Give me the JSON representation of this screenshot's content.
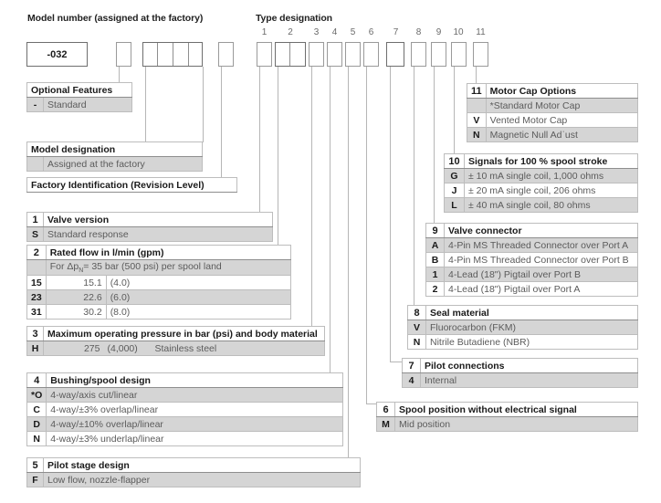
{
  "headers": {
    "model_number": "Model number (assigned at the factory)",
    "type_designation": "Type designation"
  },
  "model_code": {
    "primary_box": "-032"
  },
  "column_numbers": [
    "1",
    "2",
    "3",
    "4",
    "5",
    "6",
    "7",
    "8",
    "9",
    "10",
    "11"
  ],
  "tables": {
    "optional_features": {
      "title": "Optional Features",
      "rows": [
        {
          "key": "-",
          "text": "Standard"
        }
      ]
    },
    "model_designation": {
      "title": "Model designation",
      "rows": [
        {
          "key": "",
          "text": "Assigned at the factory"
        }
      ]
    },
    "factory_identification": {
      "title": "Factory Identification (Revision Level)",
      "rows": []
    },
    "valve_version": {
      "num": "1",
      "title": "Valve version",
      "rows": [
        {
          "key": "S",
          "text": "Standard response"
        }
      ]
    },
    "rated_flow": {
      "num": "2",
      "title": "Rated flow in l/min (gpm)",
      "subtitle_pre": "For Δp",
      "subtitle_sub": "N",
      "subtitle_post": "= 35 bar (500 psi) per spool land",
      "rows": [
        {
          "key": "15",
          "value": "15.1",
          "paren": "(4.0)"
        },
        {
          "key": "23",
          "value": "22.6",
          "paren": "(6.0)"
        },
        {
          "key": "31",
          "value": "30.2",
          "paren": "(8.0)"
        }
      ]
    },
    "max_pressure": {
      "num": "3",
      "title": "Maximum operating pressure in bar (psi) and body material",
      "rows": [
        {
          "key": "H",
          "value": "275",
          "paren": "(4,000)",
          "text": "Stainless steel"
        }
      ]
    },
    "bushing_spool": {
      "num": "4",
      "title": "Bushing/spool design",
      "rows": [
        {
          "key": "*O",
          "text": "4-way/axis cut/linear"
        },
        {
          "key": "C",
          "text": "4-way/±3% overlap/linear"
        },
        {
          "key": "D",
          "text": "4-way/±10% overlap/linear"
        },
        {
          "key": "N",
          "text": "4-way/±3% underlap/linear"
        }
      ]
    },
    "pilot_stage": {
      "num": "5",
      "title": "Pilot stage design",
      "rows": [
        {
          "key": "F",
          "text": "Low flow, nozzle-flapper"
        }
      ]
    },
    "spool_position": {
      "num": "6",
      "title": "Spool position without electrical signal",
      "rows": [
        {
          "key": "M",
          "text": "Mid position"
        }
      ]
    },
    "pilot_connections": {
      "num": "7",
      "title": "Pilot connections",
      "rows": [
        {
          "key": "4",
          "text": "Internal"
        }
      ]
    },
    "seal_material": {
      "num": "8",
      "title": "Seal material",
      "rows": [
        {
          "key": "V",
          "text": "Fluorocarbon (FKM)"
        },
        {
          "key": "N",
          "text": "Nitrile Butadiene (NBR)"
        }
      ]
    },
    "valve_connector": {
      "num": "9",
      "title": "Valve connector",
      "rows": [
        {
          "key": "A",
          "text": "4-Pin MS Threaded Connector over Port A"
        },
        {
          "key": "B",
          "text": "4-Pin MS Threaded Connector over Port B"
        },
        {
          "key": "1",
          "text": "4-Lead (18\") Pigtail over Port B"
        },
        {
          "key": "2",
          "text": "4-Lead (18\") Pigtail over Port A"
        }
      ]
    },
    "signals": {
      "num": "10",
      "title": "Signals for 100 % spool stroke",
      "rows": [
        {
          "key": "G",
          "text": "± 10 mA single coil, 1,000 ohms"
        },
        {
          "key": "J",
          "text": "± 20 mA single coil, 206 ohms"
        },
        {
          "key": "L",
          "text": "± 40 mA single coil, 80 ohms"
        }
      ]
    },
    "motor_cap": {
      "num": "11",
      "title": "Motor Cap Options",
      "rows": [
        {
          "key": "",
          "text": "*Standard Motor Cap"
        },
        {
          "key": "V",
          "text": "Vented Motor Cap"
        },
        {
          "key": "N",
          "text": "Magnetic Null Adˈust"
        }
      ]
    }
  },
  "colors": {
    "row_shade": "#d5d5d5",
    "border": "#8e8e8e",
    "leader": "#b6b6b6",
    "text": "#5b5b5b",
    "heading": "#1a1a1a"
  }
}
